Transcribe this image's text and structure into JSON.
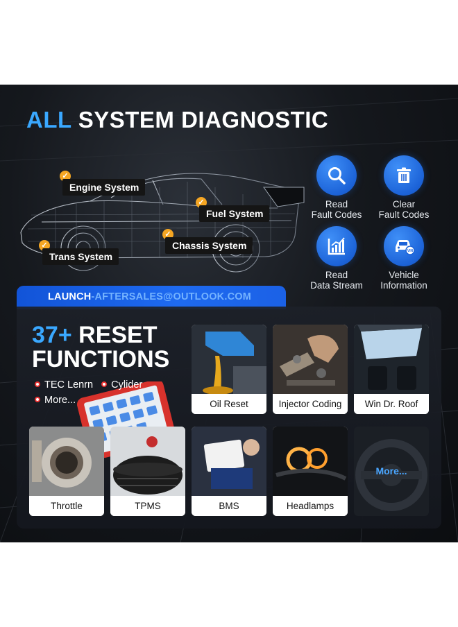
{
  "title": {
    "highlight": "ALL",
    "rest": " SYSTEM DIAGNOSTIC"
  },
  "systems": [
    {
      "label": "Engine System"
    },
    {
      "label": "Fuel System"
    },
    {
      "label": "Trans System"
    },
    {
      "label": "Chassis System"
    }
  ],
  "features": [
    {
      "icon": "magnifier-icon",
      "line1": "Read",
      "line2": "Fault Codes"
    },
    {
      "icon": "trash-icon",
      "line1": "Clear",
      "line2": "Fault Codes"
    },
    {
      "icon": "chart-icon",
      "line1": "Read",
      "line2": "Data Stream"
    },
    {
      "icon": "vin-car-icon",
      "line1": "Vehicle",
      "line2": "Information"
    }
  ],
  "launch_bar": {
    "brand": "LAUNCH",
    "rest": "-AFTERSALES@OUTLOOK.COM"
  },
  "reset": {
    "count": "37+",
    "line1_rest": " RESET",
    "line2": "FUNCTIONS"
  },
  "bullets": [
    "TEC Lenrn",
    "Cylider",
    "More..."
  ],
  "functions": [
    {
      "label": "Oil Reset",
      "icon": "oil-can-icon"
    },
    {
      "label": "Injector Coding",
      "icon": "injector-icon"
    },
    {
      "label": "Win Dr. Roof",
      "icon": "sunroof-icon"
    },
    {
      "label": "Throttle",
      "icon": "throttle-body-icon"
    },
    {
      "label": "TPMS",
      "icon": "tire-icon"
    },
    {
      "label": "BMS",
      "icon": "battery-icon"
    },
    {
      "label": "Headlamps",
      "icon": "headlamp-icon"
    },
    {
      "label": "More...",
      "icon": "steering-wheel-icon"
    }
  ],
  "colors": {
    "accent_blue": "#3aa8ff",
    "button_blue": "#1c63d8",
    "check_orange": "#f5a623",
    "bullet_red": "#e33333"
  }
}
